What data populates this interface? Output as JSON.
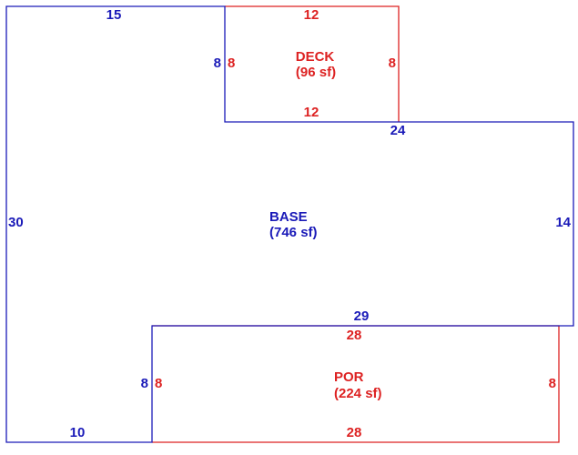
{
  "colors": {
    "base": "#1a1ab8",
    "addon": "#dd2222",
    "background": "#ffffff"
  },
  "areas": {
    "base": {
      "name": "BASE",
      "area": "(746 sf)"
    },
    "deck": {
      "name": "DECK",
      "area": "(96 sf)"
    },
    "porch": {
      "name": "POR",
      "area": "(224 sf)"
    }
  },
  "dimensions": {
    "base_top": "15",
    "base_left": "30",
    "base_bottom": "10",
    "base_right": "14",
    "base_step_top": "24",
    "base_step_bottom": "29",
    "base_deck_side": "8",
    "base_porch_side": "8",
    "deck_top": "12",
    "deck_bottom": "12",
    "deck_left": "8",
    "deck_right": "8",
    "porch_top": "28",
    "porch_bottom": "28",
    "porch_left": "8",
    "porch_right": "8"
  }
}
